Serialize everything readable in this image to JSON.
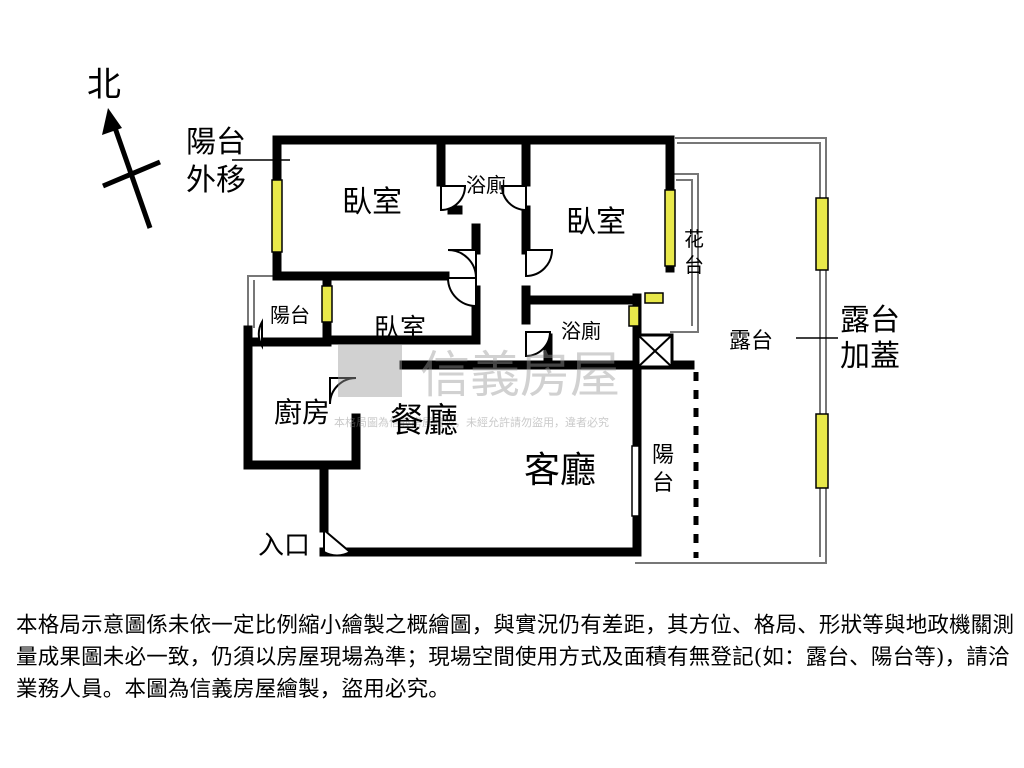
{
  "compass": {
    "label": "北"
  },
  "rooms": {
    "bedroom_left": "臥室",
    "bedroom_right": "臥室",
    "bedroom_small": "臥室",
    "bath_top": "浴廁",
    "bath_mid": "浴廁",
    "kitchen": "廚房",
    "dining": "餐廳",
    "living": "客廳",
    "balcony_small": "陽台",
    "balcony_living_1": "陽",
    "balcony_living_2": "台",
    "terrace": "露台",
    "planter_1": "花",
    "planter_2": "台"
  },
  "callouts": {
    "balcony_moved_1": "陽台",
    "balcony_moved_2": "外移",
    "terrace_covered_1": "露台",
    "terrace_covered_2": "加蓋",
    "entrance": "入口"
  },
  "watermark": {
    "brand": "信義房屋",
    "note": "本格局圖為信義房屋繪製，未經允許請勿盜用，違者必究"
  },
  "disclaimer": "本格局示意圖係未依一定比例縮小繪製之概繪圖，與實況仍有差距，其方位、格局、形狀等與地政機關測量成果圖未必一致，仍須以房屋現場為準；現場空間使用方式及面積有無登記(如：露台、陽台等)，請洽業務人員。本圖為信義房屋繪製，盜用必究。",
  "colors": {
    "wall": "#000000",
    "window": "#e8e84a",
    "watermark": "#b0b0b0"
  }
}
